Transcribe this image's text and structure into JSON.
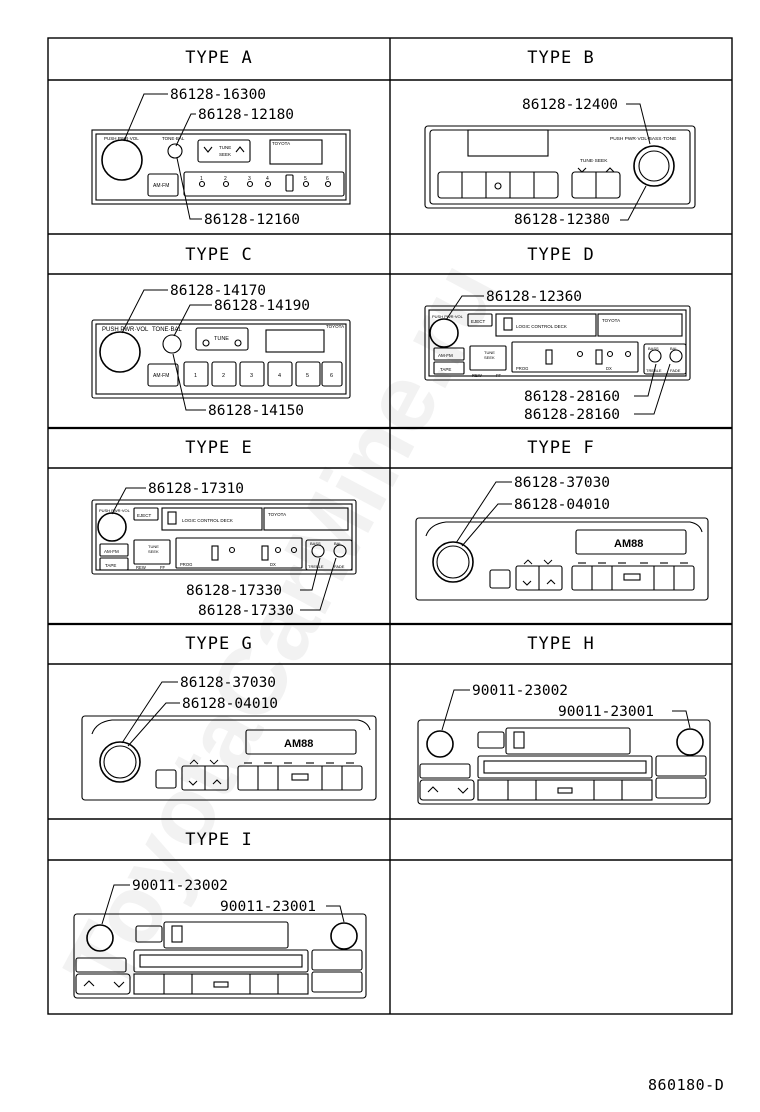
{
  "types": [
    {
      "title": "TYPE A",
      "parts": [
        "86128-16300",
        "86128-12180",
        "86128-12160"
      ],
      "labels": [
        "PUSH PWR·VOL",
        "TONE·BAL",
        "TUNE",
        "SEEK",
        "TOYOTA",
        "AM·FM",
        "1",
        "2",
        "3",
        "4",
        "5",
        "6"
      ]
    },
    {
      "title": "TYPE B",
      "parts": [
        "86128-12400",
        "86128-12380"
      ],
      "labels": [
        "PUSH PWR·VOL·BASS·TONE",
        "TUNE·SEEK"
      ]
    },
    {
      "title": "TYPE C",
      "parts": [
        "86128-14170",
        "86128-14190",
        "86128-14150"
      ],
      "labels": [
        "PUSH PWR·VOL",
        "TONE·BAL",
        "TUNE",
        "TOYOTA",
        "AM·FM",
        "1",
        "2",
        "3",
        "4",
        "5",
        "6"
      ]
    },
    {
      "title": "TYPE D",
      "parts": [
        "86128-12360",
        "86128-28160",
        "86128-28160"
      ],
      "labels": [
        "PUSH PWR·VOL",
        "EJECT",
        "LOGIC CONTROL DECK",
        "TOYOTA",
        "AM·FM",
        "TAPE",
        "TUNE",
        "SEEK",
        "REW",
        "FF",
        "PROG",
        "DX",
        "BASS",
        "BAL",
        "TREBLE",
        "FADE"
      ]
    },
    {
      "title": "TYPE E",
      "parts": [
        "86128-17310",
        "86128-17330",
        "86128-17330"
      ],
      "labels": [
        "PUSH PWR·VOL",
        "EJECT",
        "LOGIC CONTROL DECK",
        "TOYOTA",
        "AM·FM",
        "TAPE",
        "TUNE",
        "SEEK",
        "REW",
        "FF",
        "PROG",
        "DX",
        "BASS",
        "BAL",
        "TREBLE",
        "FADE"
      ]
    },
    {
      "title": "TYPE F",
      "parts": [
        "86128-37030",
        "86128-04010"
      ],
      "labels": [
        "AM88"
      ]
    },
    {
      "title": "TYPE G",
      "parts": [
        "86128-37030",
        "86128-04010"
      ],
      "labels": [
        "AM88"
      ]
    },
    {
      "title": "TYPE H",
      "parts": [
        "90011-23002",
        "90011-23001"
      ],
      "labels": []
    },
    {
      "title": "TYPE I",
      "parts": [
        "90011-23002",
        "90011-23001"
      ],
      "labels": []
    }
  ],
  "footer": "860180-D",
  "watermark": "ToyotaCarMine.ru"
}
